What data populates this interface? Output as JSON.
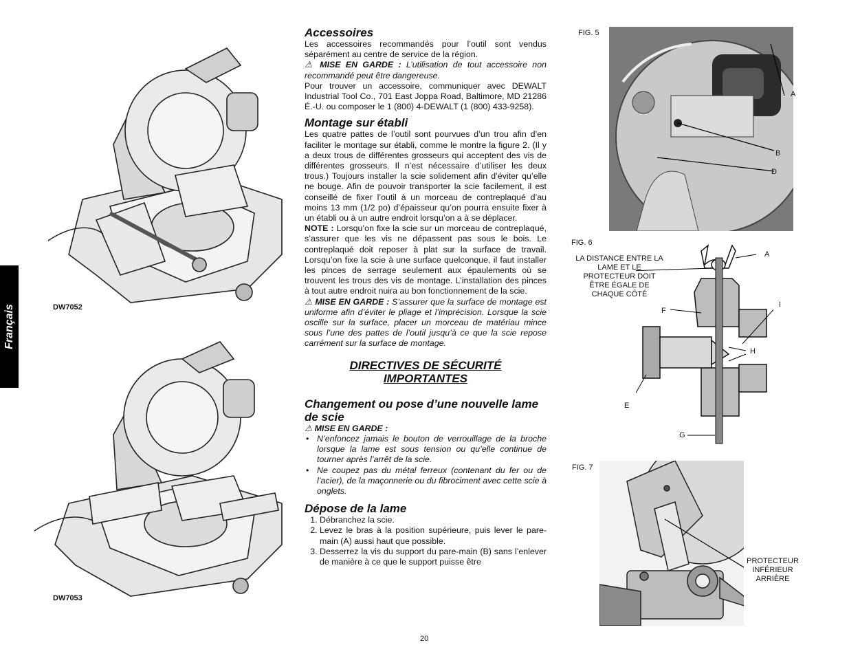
{
  "sidebar": {
    "language_tab": "Français"
  },
  "figures": {
    "saw1_model": "DW7052",
    "saw2_model": "DW7053",
    "fig5": {
      "label": "FIG. 5",
      "callouts": [
        "A",
        "B",
        "D"
      ]
    },
    "fig6": {
      "label": "FIG. 6",
      "note": "LA DISTANCE ENTRE LA LAME ET LE PROTECTEUR DOIT ÊTRE ÉGALE DE CHAQUE CÔTÉ",
      "callouts": [
        "A",
        "I",
        "F",
        "H",
        "E",
        "G"
      ]
    },
    "fig7": {
      "label": "FIG. 7",
      "callout": "PROTECTEUR INFÉRIEUR ARRIÈRE"
    }
  },
  "content": {
    "accessoires_title": "Accessoires",
    "accessoires_p1": "Les accessoires recommandés pour l’outil sont vendus séparément au centre de service de la région.",
    "accessoires_warn_label": "MISE EN GARDE :",
    "accessoires_warn_text": " L’utilisation de tout accessoire non recommandé peut être dangereuse.",
    "accessoires_p2": "Pour trouver un accessoire, communiquer avec DEWALT Industrial Tool Co., 701 East Joppa Road, Baltimore, MD 21286 É.-U. ou composer le 1 (800) 4-DEWALT (1 (800) 433-9258).",
    "montage_title": "Montage sur établi",
    "montage_p1": "Les quatre pattes de l’outil sont pourvues d’un trou afin d’en faciliter le montage sur établi, comme le montre la figure 2. (Il y a deux trous de différentes grosseurs qui acceptent des vis de différentes grosseurs. Il n’est nécessaire d’utiliser les deux trous.) Toujours installer la scie solidement afin d’éviter qu’elle ne bouge. Afin de pouvoir transporter la scie facilement, il est conseillé de fixer l’outil à un morceau de contreplaqué d’au moins 13 mm (1/2 po) d’épaisseur qu’on pourra ensuite fixer à un établi ou à un autre endroit lorsqu’on a à se déplacer.",
    "note_label": "NOTE :",
    "note_text": " Lorsqu’on fixe la scie sur un morceau de contreplaqué, s’assurer que les vis ne dépassent pas sous le bois. Le contreplaqué doit reposer à plat sur la surface de travail. Lorsqu’on fixe la scie à une surface quelconque, il faut installer les pinces de serrage seulement aux épaulements où se trouvent les trous des vis de montage. L’installation des pinces à tout autre endroit nuira au bon fonctionnement de la scie.",
    "montage_warn_label": "MISE EN GARDE :",
    "montage_warn_text": " S’assurer que la surface de montage est uniforme afin d’éviter le pliage et l’imprécision. Lorsque la scie oscille sur la surface, placer un morceau de matériau mince sous l’une des pattes de l’outil jusqu’à ce que la scie repose carrément sur la surface de montage.",
    "directives_line1": "DIRECTIVES DE SÉCURITÉ",
    "directives_line2": "IMPORTANTES",
    "changement_title": "Changement ou pose d’une nouvelle lame de scie",
    "changement_warn_label": "MISE EN GARDE :",
    "bullets": [
      "N’enfoncez jamais le bouton de verrouillage de la broche lorsque la lame est sous tension ou qu’elle continue de tourner après l’arrêt de la scie.",
      "Ne coupez pas du métal ferreux (contenant du fer ou de l’acier), de la maçonnerie ou du fibrociment avec cette scie à onglets."
    ],
    "depose_title": "Dépose de la lame",
    "steps": [
      "Débranchez la scie.",
      "Levez le bras à la position supérieure, puis lever le pare-main (A) aussi haut que possible.",
      "Desserrez la vis du support du pare-main (B) sans l’enlever de manière à ce que le support puisse être"
    ]
  },
  "footer": {
    "page_number": "20"
  }
}
